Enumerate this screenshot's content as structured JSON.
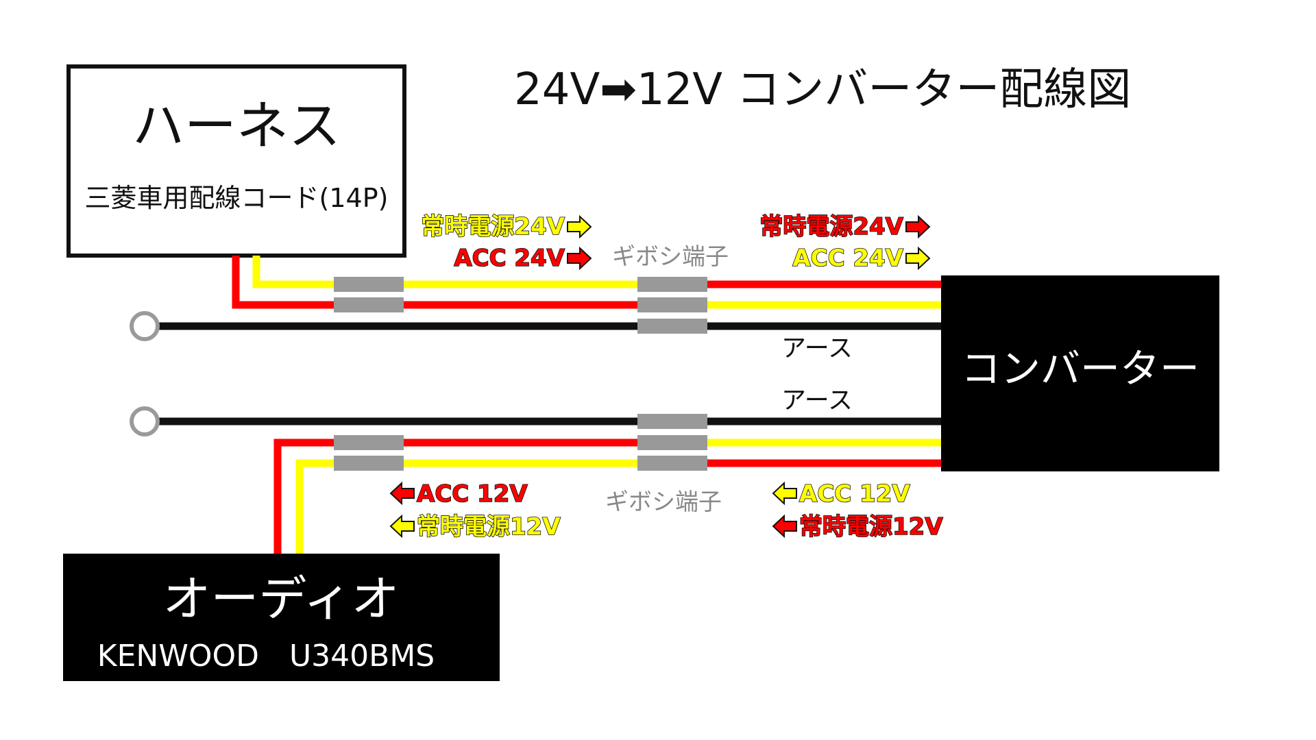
{
  "title": "24V➡12V コンバーター配線図",
  "harness": {
    "title": "ハーネス",
    "subtitle": "三菱車用配線コード(14P)"
  },
  "converter": {
    "title": "コンバーター"
  },
  "audio": {
    "title": "オーディオ",
    "model": "KENWOOD　U340BMS"
  },
  "connectors": {
    "upper": "ギボシ端子",
    "lower": "ギボシ端子"
  },
  "ground": {
    "upper": "アース",
    "lower": "アース"
  },
  "wire_labels": {
    "upper_left": [
      {
        "text": "常時電源24V",
        "color": "#ffff00",
        "arrow": "right"
      },
      {
        "text": "ACC 24V",
        "color": "#ff0000",
        "arrow": "right"
      }
    ],
    "upper_right": [
      {
        "text": "常時電源24V",
        "color": "#ff0000",
        "arrow": "right"
      },
      {
        "text": "ACC 24V",
        "color": "#ffff00",
        "arrow": "right"
      }
    ],
    "lower_left": [
      {
        "text": "ACC 12V",
        "color": "#ff0000",
        "arrow": "left"
      },
      {
        "text": "常時電源12V",
        "color": "#ffff00",
        "arrow": "left"
      }
    ],
    "lower_right": [
      {
        "text": "ACC 12V",
        "color": "#ffff00",
        "arrow": "left"
      },
      {
        "text": "常時電源12V",
        "color": "#ff0000",
        "arrow": "left"
      }
    ]
  },
  "colors": {
    "red": "#ff0000",
    "yellow": "#ffff00",
    "black": "#111111",
    "connector": "#999999",
    "ring": "#9a9a9a",
    "muted_text": "#888888"
  }
}
